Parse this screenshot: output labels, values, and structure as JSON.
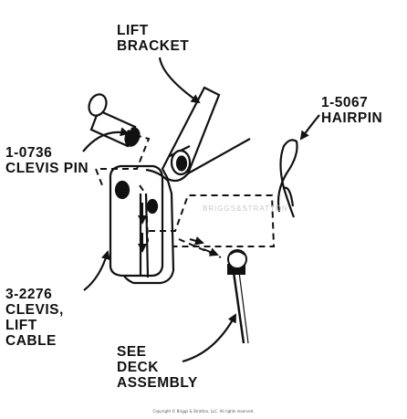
{
  "labels": {
    "lift_bracket": [
      "LIFT",
      "BRACKET"
    ],
    "hairpin": [
      "1-5067",
      "HAIRPIN"
    ],
    "clevis_pin": [
      "1-0736",
      "CLEVIS PIN"
    ],
    "clevis_lift_cable": [
      "3-2276",
      "CLEVIS,",
      "LIFT",
      "CABLE"
    ],
    "see_deck_assembly": [
      "SEE",
      "DECK",
      "ASSEMBLY"
    ]
  },
  "watermark": "BRIGGS&STRATTON",
  "copyright": "Copyright © Briggs & Stratton, LLC. All rights reserved.",
  "colors": {
    "ink": "#111111",
    "paper": "#ffffff",
    "watermark": "#c9c9c9"
  }
}
